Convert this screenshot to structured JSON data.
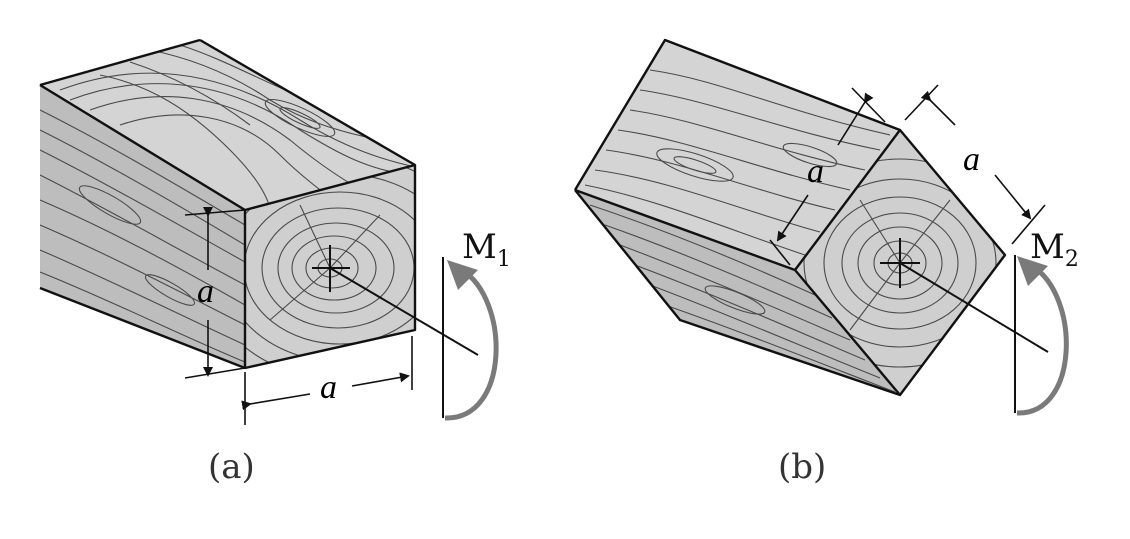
{
  "panel_a": {
    "caption": "(a)",
    "dimension_vertical": "a",
    "dimension_horizontal": "a",
    "moment_symbol": "M",
    "moment_subscript": "1"
  },
  "panel_b": {
    "caption": "(b)",
    "dimension_top_face": "a",
    "dimension_end_face": "a",
    "moment_symbol": "M",
    "moment_subscript": "2"
  },
  "colors": {
    "face_top": "#d4d4d4",
    "face_side": "#bdbdbd",
    "face_end": "#cfcfcf",
    "grain": "#4a4a4a",
    "outline": "#111111",
    "moment_arrow": "#7a7a7a"
  }
}
